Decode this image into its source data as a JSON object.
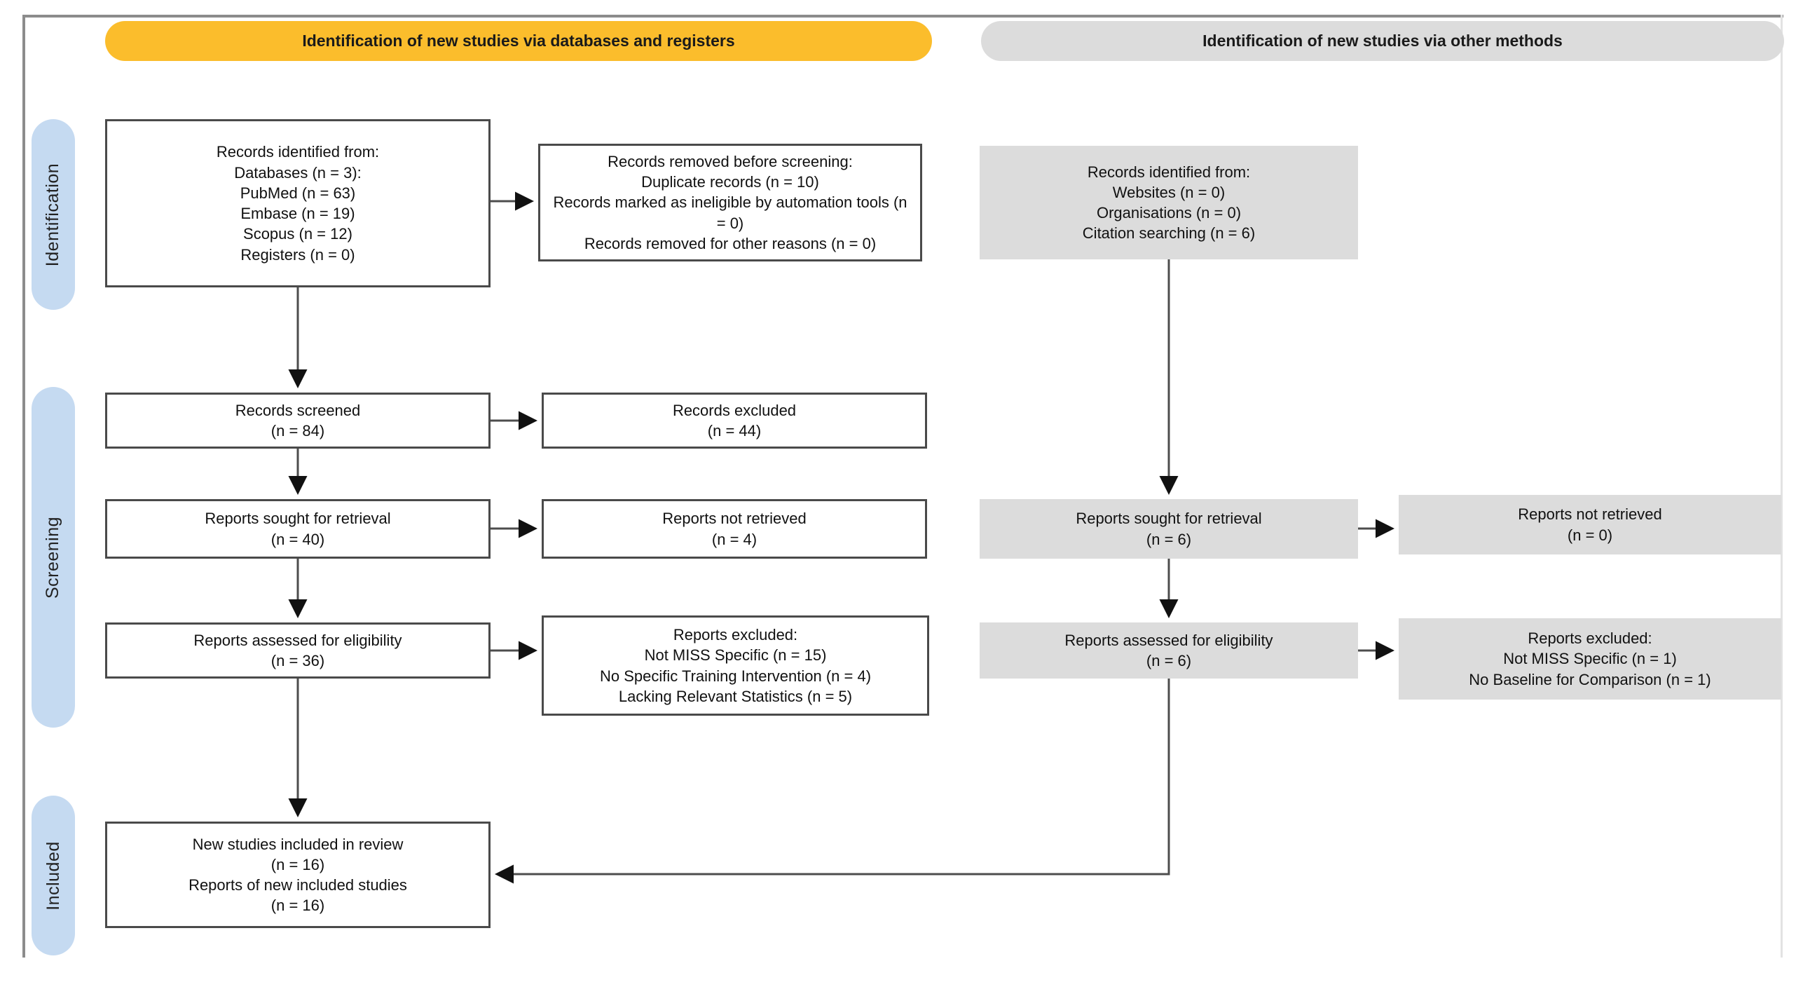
{
  "headers": {
    "databases_registers": "Identification of new studies via databases and registers",
    "other_methods": "Identification of new studies via other methods"
  },
  "stages": {
    "identification": "Identification",
    "screening": "Screening",
    "included": "Included"
  },
  "boxes": {
    "records_identified_db": [
      "Records identified from:",
      "Databases (n = 3):",
      "PubMed (n = 63)",
      "Embase (n = 19)",
      "Scopus (n = 12)",
      "Registers (n = 0)"
    ],
    "records_removed": [
      "Records removed before screening:",
      "Duplicate records (n = 10)",
      "Records marked as ineligible by automation tools (n = 0)",
      "Records removed for other reasons (n = 0)"
    ],
    "records_identified_other": [
      "Records identified from:",
      "Websites (n = 0)",
      "Organisations (n = 0)",
      "Citation searching (n = 6)"
    ],
    "records_screened": [
      "Records screened",
      "(n = 84)"
    ],
    "records_excluded": [
      "Records excluded",
      "(n = 44)"
    ],
    "reports_sought_db": [
      "Reports sought for retrieval",
      "(n = 40)"
    ],
    "reports_not_retrieved_db": [
      "Reports not retrieved",
      "(n = 4)"
    ],
    "reports_assessed_db": [
      "Reports assessed for eligibility",
      "(n = 36)"
    ],
    "reports_excluded_db": [
      "Reports excluded:",
      "Not MISS Specific (n = 15)",
      "No Specific Training Intervention (n = 4)",
      "Lacking Relevant Statistics (n = 5)"
    ],
    "reports_sought_other": [
      "Reports sought for retrieval",
      "(n = 6)"
    ],
    "reports_not_retrieved_other": [
      "Reports not retrieved",
      "(n = 0)"
    ],
    "reports_assessed_other": [
      "Reports assessed for eligibility",
      "(n = 6)"
    ],
    "reports_excluded_other": [
      "Reports excluded:",
      "Not MISS Specific (n = 1)",
      "No Baseline for Comparison (n = 1)"
    ],
    "included_studies": [
      "New studies included in review",
      "(n = 16)",
      "Reports of new included studies",
      "(n = 16)"
    ]
  },
  "colors": {
    "accent_yellow": "#fbbd2c",
    "box_gray": "#dcdcdc",
    "stage_blue": "#c5daf1",
    "frame_gray": "#8c8c8c",
    "box_border": "#4a4a4a"
  }
}
